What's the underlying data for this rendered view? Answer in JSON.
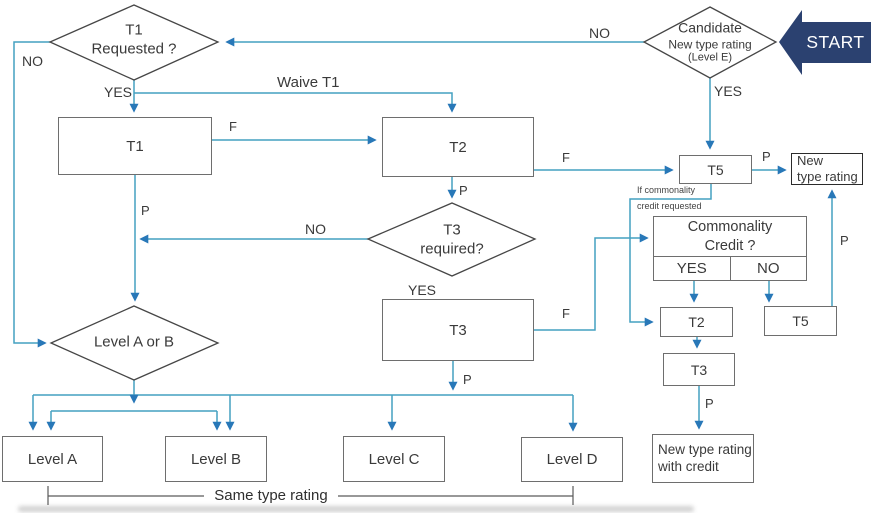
{
  "colors": {
    "line": "#44A1C1",
    "arrow": "#2878B8",
    "box_border": "#6e6e6e",
    "diamond_border": "#464646",
    "dark_border": "#2b2b2b",
    "text": "#3a3a3a",
    "start_fill": "#2B4170",
    "start_text": "#FFFFFF",
    "bracket": "#5a5a5a"
  },
  "nodes": {
    "start": "START",
    "candidate": {
      "l1": "Candidate",
      "l2": "New type rating",
      "l3": "(Level E)"
    },
    "t1_requested": {
      "l1": "T1",
      "l2": "Requested ?"
    },
    "t3_required": {
      "l1": "T3",
      "l2": "required?"
    },
    "level_ab": "Level A or B",
    "t1": "T1",
    "t2": "T2",
    "t3": "T3",
    "t5": "T5",
    "new_type_rating": {
      "l1": "New",
      "l2": "type rating"
    },
    "commonality": {
      "t1": "Commonality",
      "t2": "Credit ?",
      "yes": "YES",
      "no": "NO"
    },
    "t2_credit": "T2",
    "t5_credit": "T5",
    "t3_credit": "T3",
    "new_type_rating_credit": {
      "l1": "New type rating",
      "l2": "with credit"
    },
    "level_a": "Level A",
    "level_b": "Level B",
    "level_c": "Level C",
    "level_d": "Level D"
  },
  "edges": {
    "no_candidate": "NO",
    "no_loop": "NO",
    "yes_t1": "YES",
    "waive_t1": "Waive T1",
    "f_t1_t2": "F",
    "p_t1": "P",
    "no_t3req": "NO",
    "p_t2": "P",
    "f_t2_t5": "F",
    "yes_candidate": "YES",
    "p_t5_new": "P",
    "if_comm_1": "If commonality",
    "if_comm_2": "credit requested",
    "f_t3_comm": "F",
    "yes_t3req": "YES",
    "p_t3_levels": "P",
    "p_t3_credit": "P",
    "p_t5_credit": "P",
    "same_type_rating": "Same type rating"
  }
}
